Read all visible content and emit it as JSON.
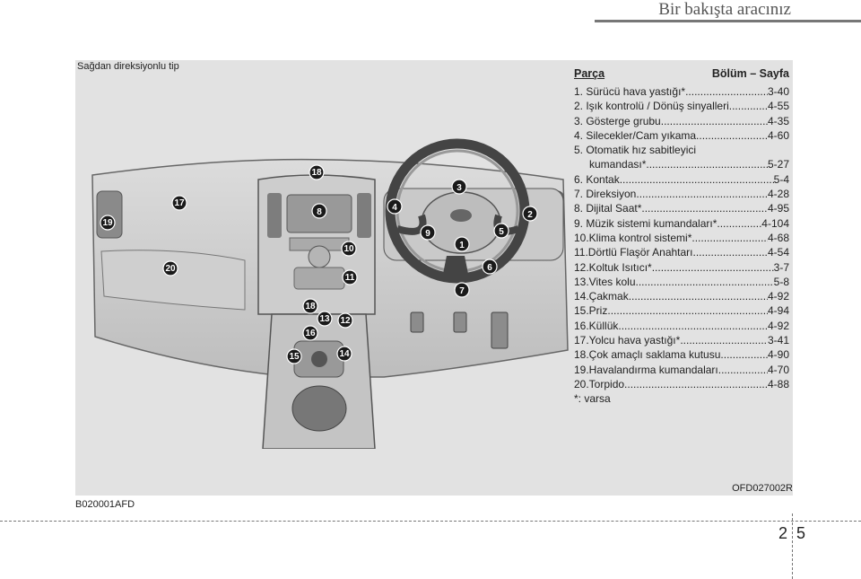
{
  "header": {
    "title": "Bir bakışta aracınız"
  },
  "figure": {
    "caption": "Sağdan direksiyonlu tip",
    "code_left": "B020001AFD",
    "code_right": "OFD027002R",
    "callouts": [
      "1",
      "2",
      "3",
      "4",
      "5",
      "6",
      "7",
      "8",
      "9",
      "10",
      "11",
      "12",
      "13",
      "14",
      "15",
      "16",
      "17",
      "18",
      "18",
      "19",
      "20"
    ]
  },
  "parts": {
    "header_left": "Parça",
    "header_right": "Bölüm – Sayfa",
    "items": [
      {
        "label": "1.  Sürücü hava yastığı*",
        "page": "3-40"
      },
      {
        "label": "2.  Işık kontrolü / Dönüş sinyalleri",
        "page": "4-55"
      },
      {
        "label": "3.  Gösterge grubu",
        "page": "4-35"
      },
      {
        "label": "4.  Silecekler/Cam yıkama",
        "page": "4-60"
      },
      {
        "label": "5.  Otomatik hız sabitleyici",
        "page": ""
      },
      {
        "label": "kumandası*",
        "page": "5-27"
      },
      {
        "label": "6.  Kontak",
        "page": "5-4"
      },
      {
        "label": "7.  Direksiyon",
        "page": "4-28"
      },
      {
        "label": "8.  Dijital Saat*",
        "page": "4-95"
      },
      {
        "label": "9.  Müzik sistemi kumandaları*",
        "page": "4-104"
      },
      {
        "label": "10.Klima kontrol sistemi*",
        "page": "4-68"
      },
      {
        "label": "11.Dörtlü Flaşör Anahtarı",
        "page": "4-54"
      },
      {
        "label": "12.Koltuk Isıtıcı*",
        "page": "3-7"
      },
      {
        "label": "13.Vites kolu",
        "page": "5-8"
      },
      {
        "label": "14.Çakmak",
        "page": "4-92"
      },
      {
        "label": "15.Priz",
        "page": "4-94"
      },
      {
        "label": "16.Küllük",
        "page": "4-92"
      },
      {
        "label": "17.Yolcu hava yastığı*",
        "page": "3-41"
      },
      {
        "label": "18.Çok amaçlı saklama kutusu",
        "page": "4-90"
      },
      {
        "label": "19.Havalandırma kumandaları",
        "page": "4-70"
      },
      {
        "label": "20.Torpido",
        "page": "4-88"
      }
    ],
    "note": "*:  varsa"
  },
  "page": {
    "left": "2",
    "right": "5"
  }
}
